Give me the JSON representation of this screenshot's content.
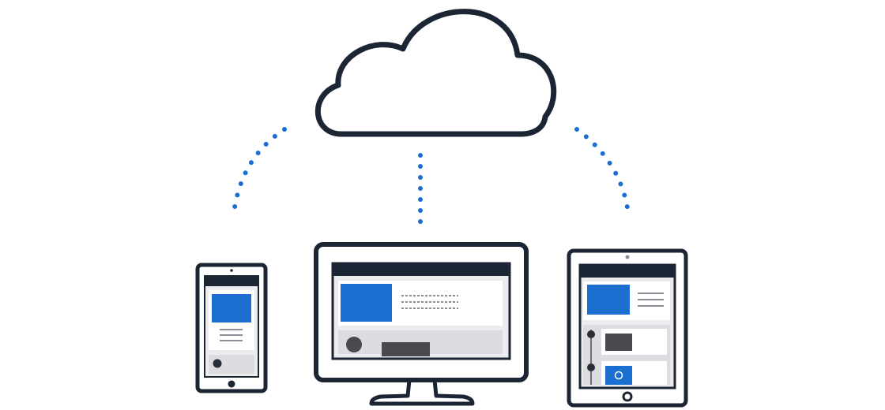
{
  "illustration": {
    "subject": "cloud-sync-across-devices",
    "icons": {
      "cloud": "cloud-icon",
      "phone": "smartphone-icon",
      "monitor": "desktop-monitor-icon",
      "tablet": "tablet-icon"
    },
    "connectors": [
      "cloud-to-phone",
      "cloud-to-monitor",
      "cloud-to-tablet"
    ]
  },
  "colors": {
    "outline": "#1c2533",
    "accent": "#1a6fd1",
    "screen_fill": "#ececef",
    "panel_fill": "#dcdce1",
    "dark_block": "#4a4a4e",
    "background": "#ffffff"
  }
}
